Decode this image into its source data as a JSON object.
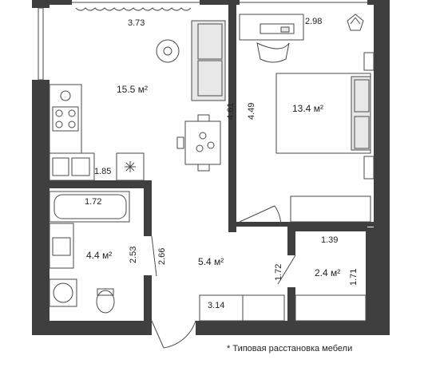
{
  "rooms": {
    "living": {
      "area": "15.5 м²",
      "width": "3.73",
      "depth": "4.61"
    },
    "kitchen_nook": {
      "length": "1.85"
    },
    "bedroom": {
      "area": "13.4 м²",
      "width": "2.98",
      "depth": "4.49"
    },
    "bathroom": {
      "area": "4.4 м²",
      "tub_length": "1.72",
      "depth": "2.53"
    },
    "hall": {
      "area": "5.4 м²",
      "depth": "2.66",
      "closet": "3.14"
    },
    "storage": {
      "area": "2.4 м²",
      "width": "1.39",
      "depth": "1.71",
      "door_width": "1.72"
    }
  },
  "footnote": "* Типовая расстановка мебели",
  "colors": {
    "wall": "#3f3f3f",
    "furniture": "#4a4a4a",
    "background": "#ffffff"
  }
}
